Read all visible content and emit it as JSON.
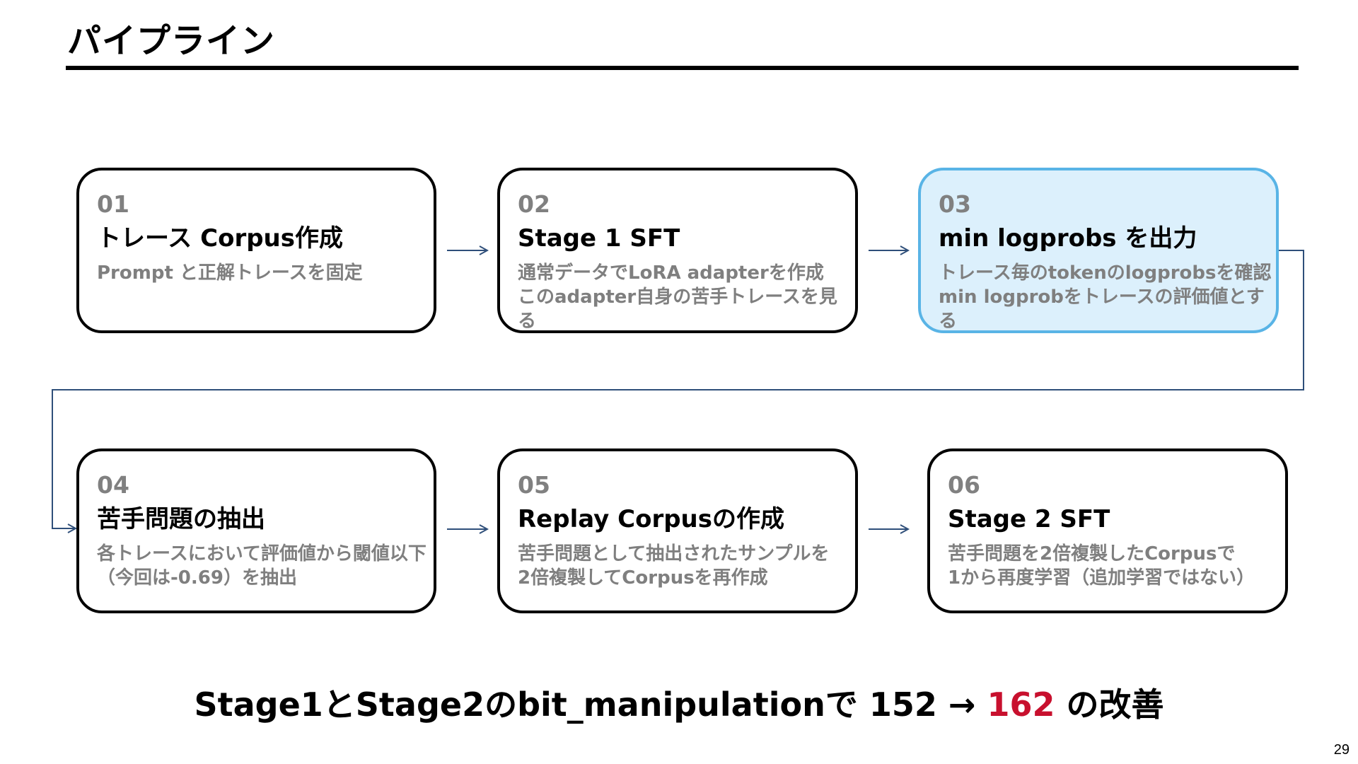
{
  "slide": {
    "title": "パイプライン",
    "page_number": "29"
  },
  "steps": [
    {
      "number": "01",
      "title": "トレース Corpus作成",
      "description": "Prompt と正解トレースを固定",
      "highlighted": false
    },
    {
      "number": "02",
      "title": "Stage 1 SFT",
      "description": "通常データでLoRA adapterを作成\nこのadapter自身の苦手トレースを見る",
      "highlighted": false
    },
    {
      "number": "03",
      "title": "min logprobs を出力",
      "description": "トレース毎のtokenのlogprobsを確認\nmin logprobをトレースの評価値とする",
      "highlighted": true
    },
    {
      "number": "04",
      "title": "苦手問題の抽出",
      "description": "各トレースにおいて評価値から閾値以下\n（今回は-0.69）を抽出",
      "highlighted": false
    },
    {
      "number": "05",
      "title": "Replay Corpusの作成",
      "description": "苦手問題として抽出されたサンプルを\n2倍複製してCorpusを再作成",
      "highlighted": false
    },
    {
      "number": "06",
      "title": "Stage 2 SFT",
      "description": "苦手問題を2倍複製したCorpusで\n1から再度学習（追加学習ではない）",
      "highlighted": false
    }
  ],
  "result": {
    "prefix": "Stage1とStage2のbit_manipulationで 152 → ",
    "improved_value": "162",
    "suffix": " の改善"
  },
  "colors": {
    "highlight_border": "#59b4e6",
    "highlight_fill": "#dcf0fc",
    "connector": "#2f4f7a",
    "result_accent": "#c8102e"
  }
}
